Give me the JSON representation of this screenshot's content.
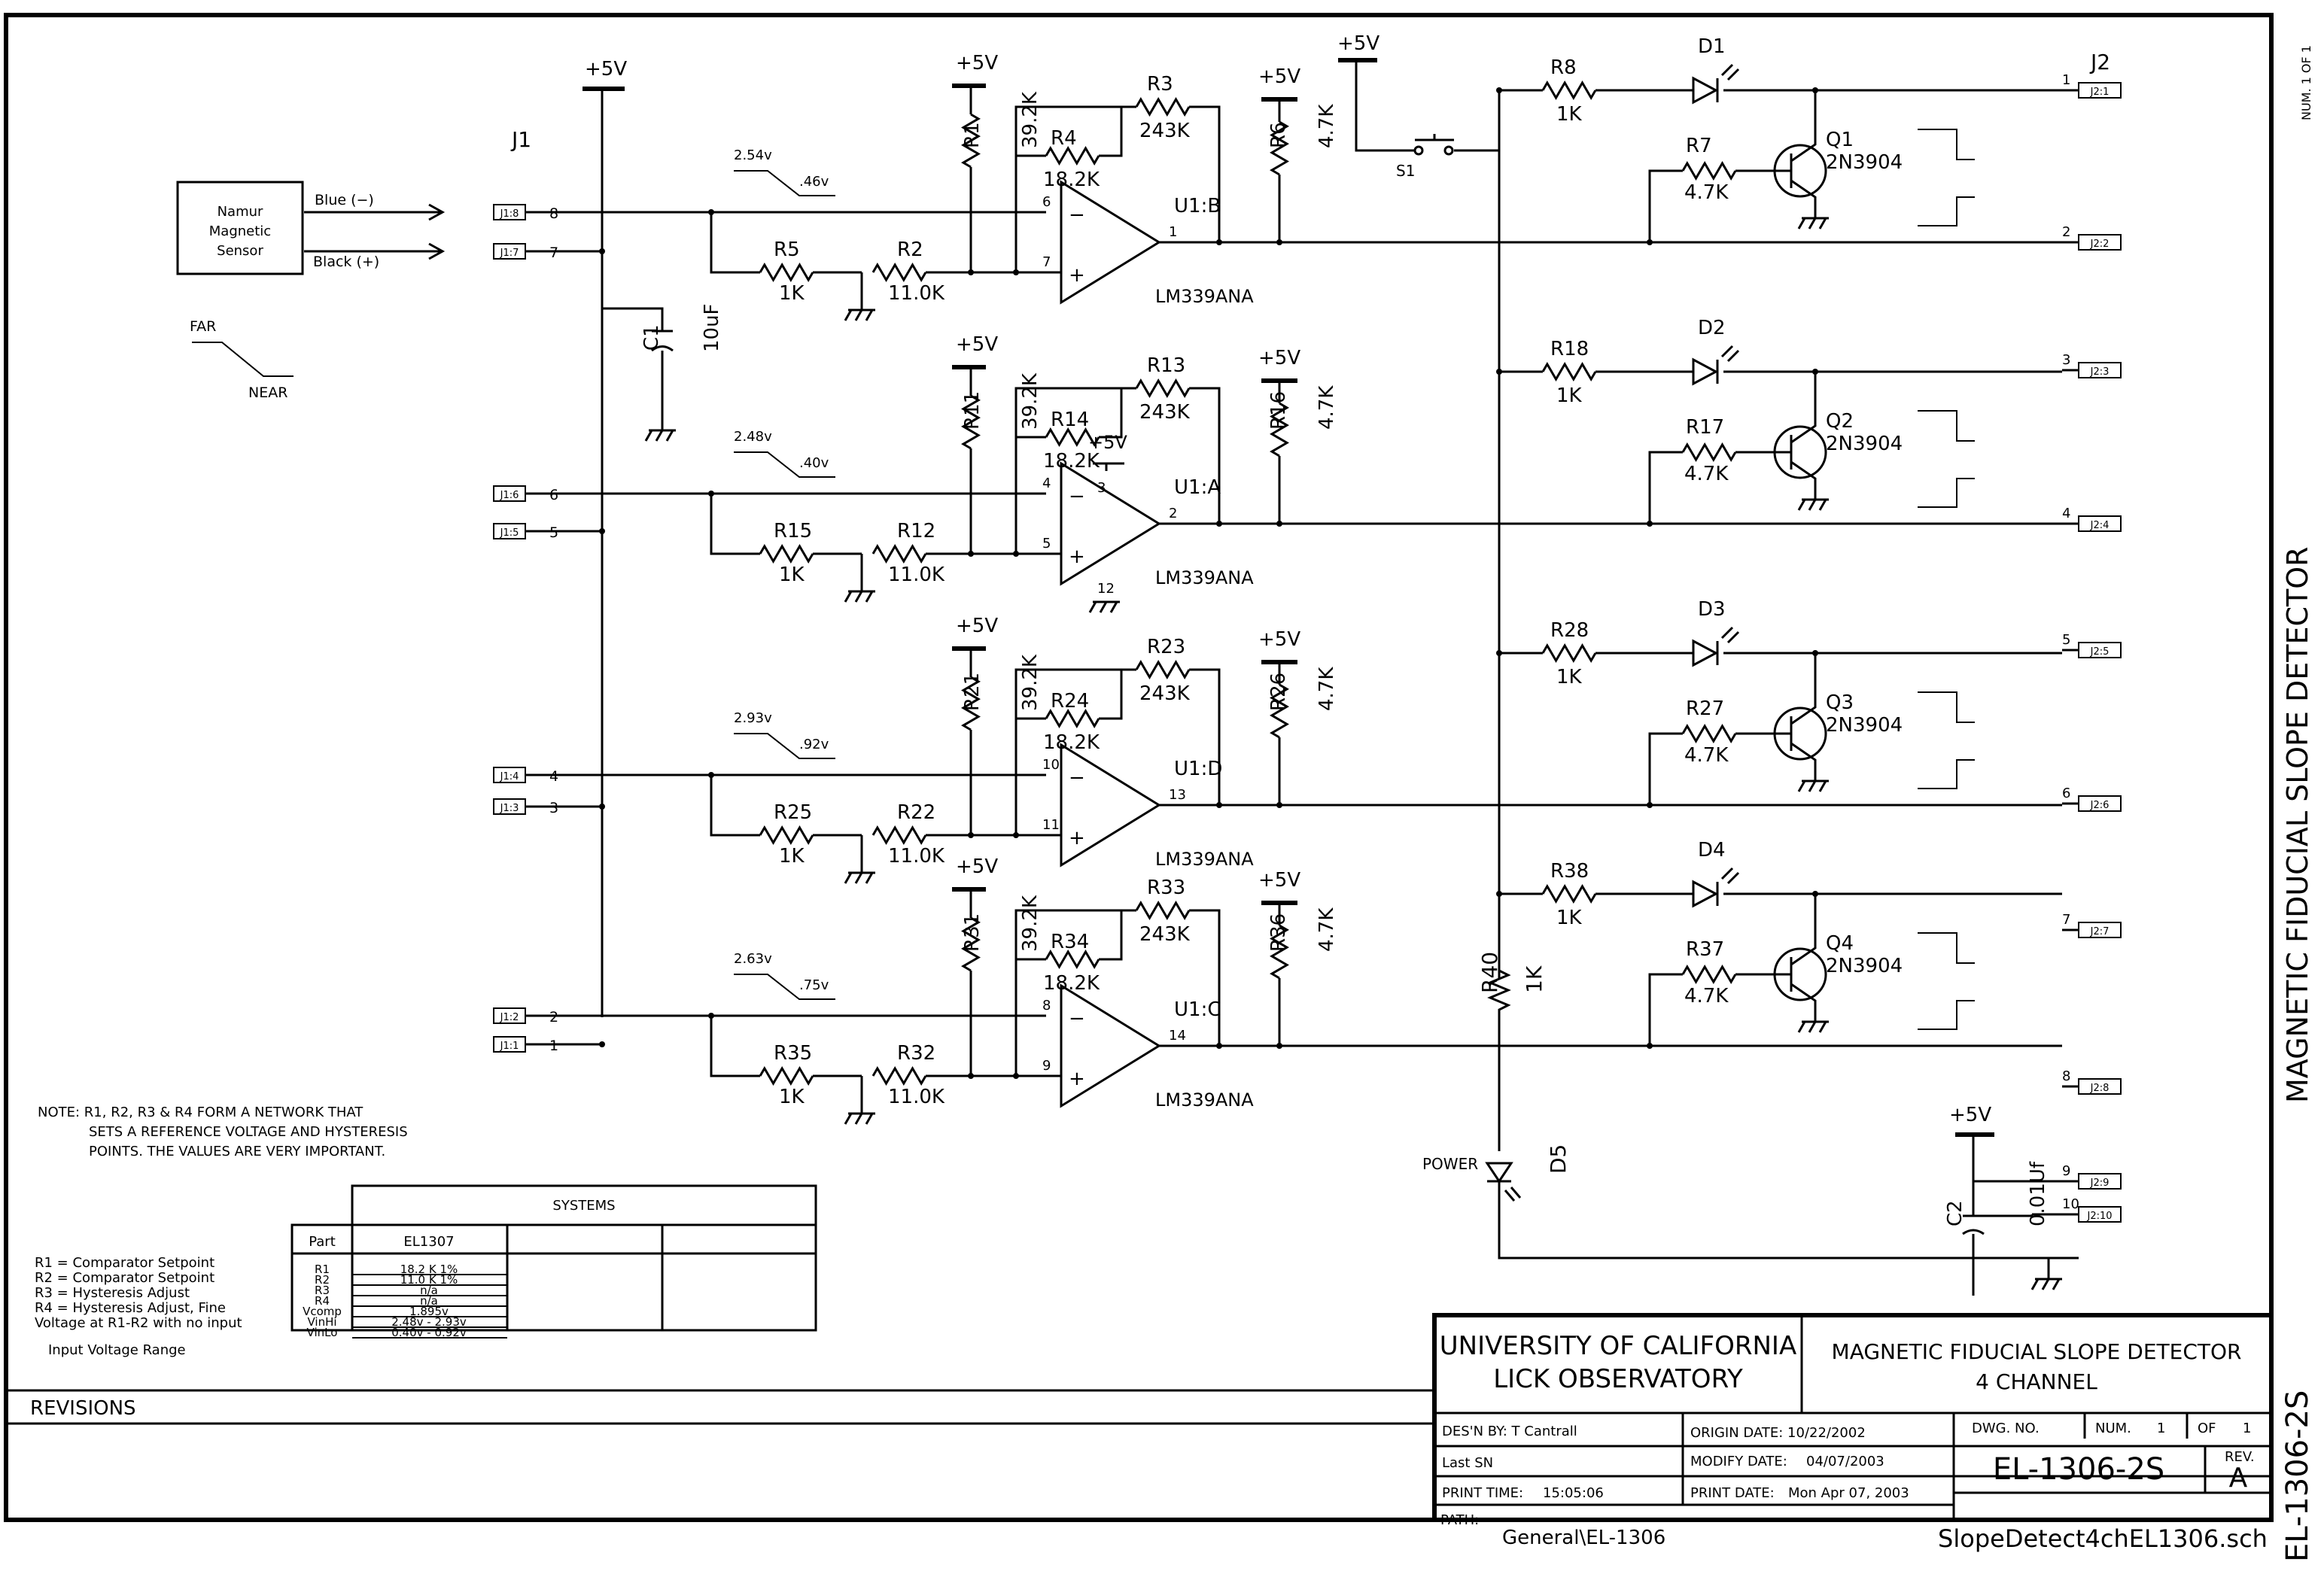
{
  "supply_label": "+5V",
  "j1": {
    "name": "J1",
    "pins": [
      {
        "tag": "J1:8",
        "num": "8"
      },
      {
        "tag": "J1:7",
        "num": "7"
      },
      {
        "tag": "J1:6",
        "num": "6"
      },
      {
        "tag": "J1:5",
        "num": "5"
      },
      {
        "tag": "J1:4",
        "num": "4"
      },
      {
        "tag": "J1:3",
        "num": "3"
      },
      {
        "tag": "J1:2",
        "num": "2"
      },
      {
        "tag": "J1:1",
        "num": "1"
      }
    ]
  },
  "j2": {
    "name": "J2",
    "pins": [
      {
        "tag": "J2:1",
        "num": "1"
      },
      {
        "tag": "J2:2",
        "num": "2"
      },
      {
        "tag": "J2:3",
        "num": "3"
      },
      {
        "tag": "J2:4",
        "num": "4"
      },
      {
        "tag": "J2:5",
        "num": "5"
      },
      {
        "tag": "J2:6",
        "num": "6"
      },
      {
        "tag": "J2:7",
        "num": "7"
      },
      {
        "tag": "J2:8",
        "num": "8"
      },
      {
        "tag": "J2:9",
        "num": "9"
      },
      {
        "tag": "J2:10",
        "num": "10"
      }
    ]
  },
  "sensor": {
    "label_lines": [
      "Namur",
      "Magnetic",
      "Sensor"
    ],
    "blue": "Blue (−)",
    "black": "Black (+)",
    "far": "FAR",
    "near": "NEAR"
  },
  "c1": {
    "ref": "C1",
    "value": "10uF"
  },
  "channels": [
    {
      "in_hi": "2.54v",
      "in_lo": ".46v",
      "r_set": "R1",
      "r_set_val": "39.2K",
      "r_hyst": "R3",
      "r_hyst_val": "243K",
      "r_fine": "R4",
      "r_fine_val": "18.2K",
      "r_in": "R5",
      "r_in_val": "1K",
      "r_div": "R2",
      "r_div_val": "11.0K",
      "r_pull": "R6",
      "r_pull_val": "4.7K",
      "unit": "U1:B",
      "part": "LM339ANA",
      "pin_neg": "6",
      "pin_pos": "7",
      "pin_out": "1",
      "r_led": "R8",
      "r_led_val": "1K",
      "led": "D1",
      "r_base": "R7",
      "r_base_val": "4.7K",
      "q": "Q1",
      "q_part": "2N3904"
    },
    {
      "in_hi": "2.48v",
      "in_lo": ".40v",
      "r_set": "R11",
      "r_set_val": "39.2K",
      "r_hyst": "R13",
      "r_hyst_val": "243K",
      "r_fine": "R14",
      "r_fine_val": "18.2K",
      "r_in": "R15",
      "r_in_val": "1K",
      "r_div": "R12",
      "r_div_val": "11.0K",
      "r_pull": "R16",
      "r_pull_val": "4.7K",
      "unit": "U1:A",
      "part": "LM339ANA",
      "pin_neg": "4",
      "pin_pos": "5",
      "pin_out": "2",
      "r_led": "R18",
      "r_led_val": "1K",
      "led": "D2",
      "r_base": "R17",
      "r_base_val": "4.7K",
      "q": "Q2",
      "q_part": "2N3904"
    },
    {
      "in_hi": "2.93v",
      "in_lo": ".92v",
      "r_set": "R21",
      "r_set_val": "39.2K",
      "r_hyst": "R23",
      "r_hyst_val": "243K",
      "r_fine": "R24",
      "r_fine_val": "18.2K",
      "r_in": "R25",
      "r_in_val": "1K",
      "r_div": "R22",
      "r_div_val": "11.0K",
      "r_pull": "R26",
      "r_pull_val": "4.7K",
      "unit": "U1:D",
      "part": "LM339ANA",
      "pin_neg": "10",
      "pin_pos": "11",
      "pin_out": "13",
      "r_led": "R28",
      "r_led_val": "1K",
      "led": "D3",
      "r_base": "R27",
      "r_base_val": "4.7K",
      "q": "Q3",
      "q_part": "2N3904"
    },
    {
      "in_hi": "2.63v",
      "in_lo": ".75v",
      "r_set": "R31",
      "r_set_val": "39.2K",
      "r_hyst": "R33",
      "r_hyst_val": "243K",
      "r_fine": "R34",
      "r_fine_val": "18.2K",
      "r_in": "R35",
      "r_in_val": "1K",
      "r_div": "R32",
      "r_div_val": "11.0K",
      "r_pull": "R36",
      "r_pull_val": "4.7K",
      "unit": "U1:C",
      "part": "LM339ANA",
      "pin_neg": "8",
      "pin_pos": "9",
      "pin_out": "14",
      "r_led": "R38",
      "r_led_val": "1K",
      "led": "D4",
      "r_base": "R37",
      "r_base_val": "4.7K",
      "q": "Q4",
      "q_part": "2N3904"
    }
  ],
  "u1_power_pins": {
    "vcc": "3",
    "gnd": "12"
  },
  "s1": {
    "ref": "S1"
  },
  "r40": {
    "ref": "R40",
    "value": "1K"
  },
  "d5": {
    "ref": "D5",
    "label": "POWER"
  },
  "c2": {
    "ref": "C2",
    "value": "0.01Uf"
  },
  "note_lines": [
    "NOTE: R1, R2, R3 & R4 FORM A NETWORK THAT",
    "SETS A REFERENCE VOLTAGE AND HYSTERESIS",
    "POINTS. THE VALUES ARE VERY IMPORTANT."
  ],
  "legend_lines": [
    "R1 = Comparator Setpoint",
    "R2 = Comparator Setpoint",
    "R3 = Hysteresis Adjust",
    "R4 = Hysteresis Adjust,  Fine",
    "Voltage at R1-R2 with no input"
  ],
  "legend_input_range": "Input Voltage Range",
  "systems_table": {
    "title": "SYSTEMS",
    "part_header": "Part",
    "system_header": "EL1307",
    "rows": [
      {
        "part": "R1",
        "value": "18.2 K 1%"
      },
      {
        "part": "R2",
        "value": "11.0 K 1%"
      },
      {
        "part": "R3",
        "value": "n/a"
      },
      {
        "part": "R4",
        "value": "n/a"
      },
      {
        "part": "Vcomp",
        "value": "1.895v"
      },
      {
        "part": "VinHi",
        "value": "2.48v - 2.93v"
      },
      {
        "part": "VinLo",
        "value": "0.40v - 0.92v"
      }
    ]
  },
  "revisions_label": "REVISIONS",
  "title_block": {
    "org_line1": "UNIVERSITY OF CALIFORNIA",
    "org_line2": "LICK OBSERVATORY",
    "title_line1": "MAGNETIC FIDUCIAL SLOPE DETECTOR",
    "title_line2": "4 CHANNEL",
    "designer": "DES'N BY: T Cantrall",
    "last_sn": "Last SN",
    "print_time_label": "PRINT TIME:",
    "print_time": "15:05:06",
    "origin_date": "ORIGIN DATE: 10/22/2002",
    "modify_date_label": "MODIFY DATE:",
    "modify_date": "04/07/2003",
    "print_date_label": "PRINT DATE:",
    "print_date": "Mon Apr 07, 2003",
    "dwg_no_label": "DWG. NO.",
    "num_label": "NUM.",
    "num": "1",
    "of_label": "OF",
    "of": "1",
    "dwg_no": "EL-1306-2S",
    "rev_label": "REV.",
    "rev": "A",
    "path_label": "PATH:",
    "path": "General\\EL-1306",
    "filename": "SlopeDetect4chEL1306.sch"
  },
  "side_title": "MAGNETIC FIDUCIAL SLOPE DETECTOR",
  "side_dwg": "EL-1306-2S",
  "side_num": "NUM.  1  OF  1"
}
